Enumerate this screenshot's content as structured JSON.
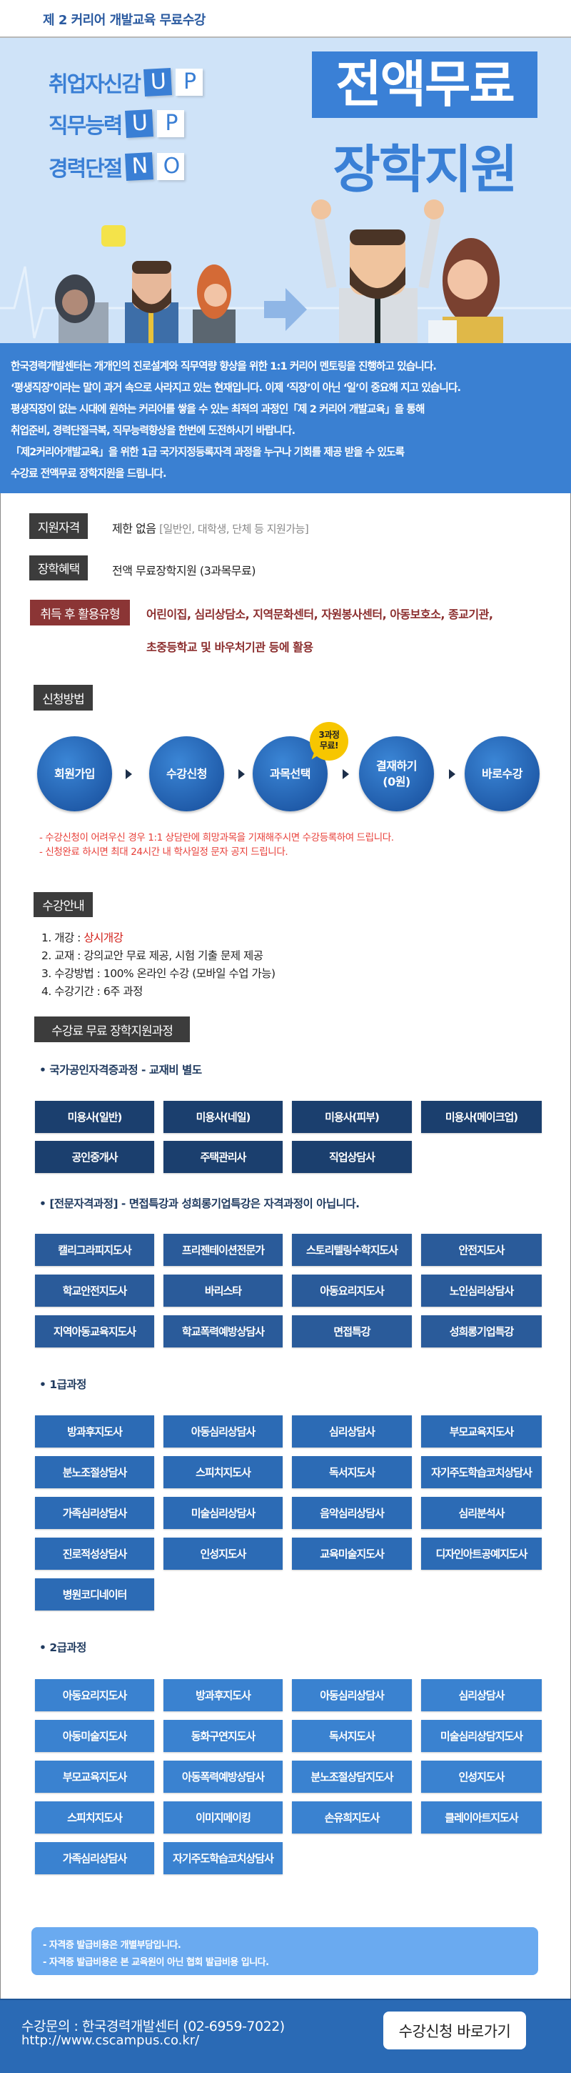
{
  "header": {
    "title": "제 2 커리어 개발교육 무료수강"
  },
  "hero": {
    "phrases": [
      {
        "text": "취업자신감",
        "tags": [
          "U",
          "P"
        ]
      },
      {
        "text": "직무능력",
        "tags": [
          "U",
          "P"
        ]
      },
      {
        "text": "경력단절",
        "tags": [
          "N",
          "O"
        ]
      }
    ],
    "headline_box": "전액무료",
    "headline_text": "장학지원"
  },
  "intro": {
    "lines": [
      "한국경력개발센터는 개개인의 진로설계와 직무역량 향상을 위한 1:1 커리어 멘토링을 진행하고 있습니다.",
      "‘평생직장’이라는 말이 과거 속으로 사라지고 있는 현재입니다. 이제 ‘직장’이 아닌 ‘일’이 중요해 지고 있습니다.",
      "평생직장이 없는 시대에 원하는 커리어를 쌓을 수 있는 최적의 과정인「제 2 커리어 개발교육」을 통해",
      "취업준비, 경력단절극복, 직무능력향상을 한번에 도전하시기 바랍니다.",
      "「제2커리어개발교육」을 위한 1급 국가지정등록자격 과정을 누구나 기회를 제공 받을 수 있도록",
      "수강료 전액무료 장학지원을 드립니다."
    ]
  },
  "info": {
    "eligibility": {
      "label": "지원자격",
      "value": "제한 없음",
      "note": "[일반인, 대학생, 단체 등 지원가능]"
    },
    "benefit": {
      "label": "장학혜택",
      "value": "전액 무료장학지원 (3과목무료)"
    },
    "usage": {
      "label": "취득 후 활용유형",
      "lines": [
        "어린이집, 심리상담소, 지역문화센터, 자원봉사센터, 아동보호소, 종교기관,",
        "초중등학교 및 바우처기관 등에 활용"
      ]
    }
  },
  "apply": {
    "label": "신청방법",
    "steps": [
      "회원가입",
      "수강신청",
      "과목선택",
      "결재하기\n(0원)",
      "바로수강"
    ],
    "badge": "3과정\n무료!",
    "notes": [
      "- 수강신청이 어려우신 경우 1:1 상담란에 희망과목을 기재해주시면 수강등록하여 드립니다.",
      "- 신청완료 하시면 최대 24시간 내 학사일정 문자 공지 드립니다."
    ]
  },
  "guide": {
    "label": "수강안내",
    "items": [
      {
        "prefix": "1. 개강 : ",
        "value": "상시개강",
        "highlight": true
      },
      {
        "prefix": "2. 교재 : ",
        "value": "강의교안 무료 제공, 시험 기출 문제 제공"
      },
      {
        "prefix": "3. 수강방법 : ",
        "value": "100% 온라인 수강 (모바일 수업 가능)"
      },
      {
        "prefix": "4. 수강기간 : ",
        "value": "6주 과정"
      }
    ]
  },
  "courses": {
    "label": "수강료 무료 장학지원과정",
    "groups": [
      {
        "title": "국가공인자격증과정 - 교재비 별도",
        "color": "#1b3f6e",
        "items": [
          "미용사(일반)",
          "미용사(네일)",
          "미용사(피부)",
          "미용사(메이크업)",
          "공인중개사",
          "주택관리사",
          "직업상담사"
        ]
      },
      {
        "title": "[전문자격과정] - 면접특강과 성희롱기업특강은 자격과정이 아닙니다.",
        "color": "#2a5b9a",
        "items": [
          "캘리그라피지도사",
          "프리젠테이션전문가",
          "스토리텔링수학지도사",
          "안전지도사",
          "학교안전지도사",
          "바리스타",
          "아동요리지도사",
          "노인심리상담사",
          "지역아동교육지도사",
          "학교폭력예방상담사",
          "면접특강",
          "성희롱기업특강"
        ]
      },
      {
        "title": "1급과정",
        "color": "#2c6bb5",
        "items": [
          "방과후지도사",
          "아동심리상담사",
          "심리상담사",
          "부모교육지도사",
          "분노조절상담사",
          "스피치지도사",
          "독서지도사",
          "자기주도학습코치상담사",
          "가족심리상담사",
          "미술심리상담사",
          "음악심리상담사",
          "심리분석사",
          "진로적성상담사",
          "인성지도사",
          "교육미술지도사",
          "디자인아트공예지도사",
          "병원코디네이터"
        ]
      },
      {
        "title": "2급과정",
        "color": "#3a82d0",
        "items": [
          "아동요리지도사",
          "방과후지도사",
          "아동심리상담사",
          "심리상담사",
          "아동미술지도사",
          "동화구연지도사",
          "독서지도사",
          "미술심리상담지도사",
          "부모교육지도사",
          "아동폭력예방상담사",
          "분노조절상담지도사",
          "인성지도사",
          "스피치지도사",
          "이미지메이킹",
          "손유희지도사",
          "클레이아트지도사",
          "가족심리상담사",
          "자기주도학습코치상담사"
        ]
      }
    ]
  },
  "notice": {
    "lines": [
      "- 자격증 발급비용은 개별부담입니다.",
      "- 자격증 발급비용은 본 교육원이 아닌 협회 발급비용 입니다."
    ]
  },
  "footer": {
    "contact": "수강문의 : 한국경력개발센터 (02-6959-7022)",
    "url": "http://www.cscampus.co.kr/",
    "cta": "수강신청 바로가기"
  },
  "colors": {
    "brand_blue": "#3a80d2",
    "header_text": "#2a5aa0",
    "label_dark": "#3c3c3c",
    "label_red": "#8b3535",
    "note_red": "#e8403a",
    "badge_yellow": "#f7c600",
    "footer_blue": "#2a6ab5"
  }
}
